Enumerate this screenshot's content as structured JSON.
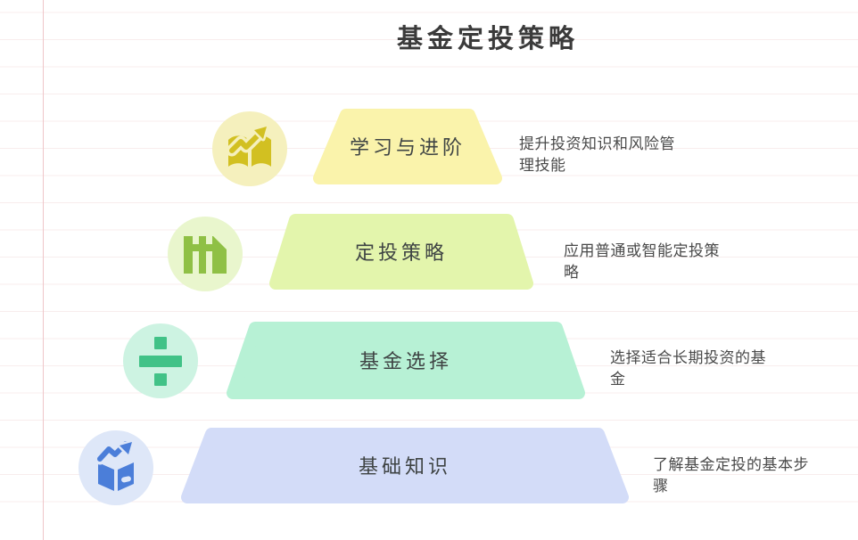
{
  "title": "基金定投策略",
  "colors": {
    "background": "#ffffff",
    "rule_line": "#f8eded",
    "margin_line": "#efc6c9",
    "title_text": "#3b3b3b",
    "label_text": "#3f4444",
    "description_text": "#4a4a4a"
  },
  "levels": [
    {
      "label": "学习与进阶",
      "description": "提升投资知识和风险管理技能",
      "color": "#faf3ab",
      "icon": "book-trend-icon",
      "icon_bg": "#f5f0bd",
      "icon_color": "#d2c021"
    },
    {
      "label": "定投策略",
      "description": "应用普通或智能定投策略",
      "color": "#e3f5ac",
      "icon": "bank-columns-icon",
      "icon_bg": "#e9f6cd",
      "icon_color": "#8fc045"
    },
    {
      "label": "基金选择",
      "description": "选择适合长期投资的基金",
      "color": "#b7f1d5",
      "icon": "division-icon",
      "icon_bg": "#cdf3e2",
      "icon_color": "#41c287"
    },
    {
      "label": "基础知识",
      "description": "了解基金定投的基本步骤",
      "color": "#d3dcf8",
      "icon": "box-trend-icon",
      "icon_bg": "#dee7f8",
      "icon_color": "#4b7ed9"
    }
  ]
}
